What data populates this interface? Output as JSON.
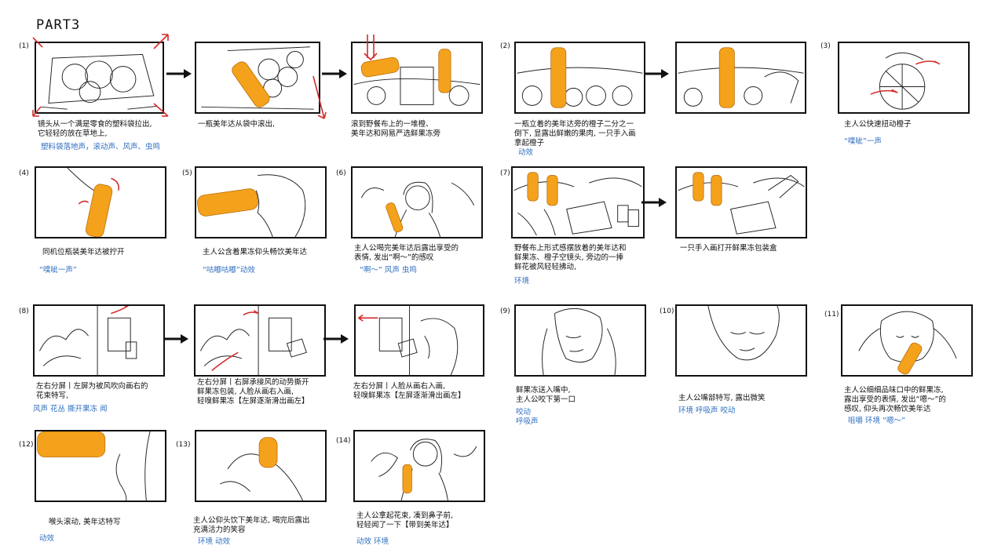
{
  "title": "PART3",
  "colors": {
    "caption": "#111111",
    "sound": "#2f6fc1",
    "bottle": "#f4a21b",
    "annotation": "#d42a2a"
  },
  "panels": [
    {
      "num": "(1)",
      "caption": "镜头从一个满是零食的塑料袋拉出,\n它轻轻的放在草地上,",
      "sound": "塑料袋落地声，滚动声、风声、虫鸣"
    },
    {
      "caption": "一瓶美年达从袋中滚出,"
    },
    {
      "caption": "滚到野餐布上的一堆橙、\n美年达和网易严选鲜果冻旁"
    },
    {
      "num": "(2)",
      "caption": "一瓶立着的美年达旁的橙子二分之一\n倒下, 显露出鲜嫩的果肉, 一只手入画\n拿起橙子",
      "sound": "动效"
    },
    {
      "num": "(3)",
      "caption": "主人公快速扭动橙子",
      "sound": "“噗呲”一声"
    },
    {
      "num": "(4)",
      "caption": "同机位瓶装美年达被拧开",
      "sound": "“噗呲一声”"
    },
    {
      "num": "(5)",
      "caption": "主人公含着果冻仰头畅饮美年达",
      "sound": "“咕嘟咕嘟”动效"
    },
    {
      "num": "(6)",
      "caption": "主人公喝完美年达后露出享受的\n表情, 发出“啊～”的感叹",
      "sound": "“啊～”  风声  虫鸣"
    },
    {
      "num": "(7)",
      "caption": "野餐布上形式感摆放着的美年达和\n鲜果冻、橙子空镜头, 旁边的一捧\n鲜花被风轻轻拂动,",
      "sound": "环境"
    },
    {
      "caption": "一只手入画打开鲜果冻包装盒"
    },
    {
      "num": "(8)",
      "caption": "左右分屏丨左屏为被风吹向画右的\n花束特写,",
      "sound": "风声  花丛  撕开果冻  闻"
    },
    {
      "caption": "左右分屏丨右屏承接风的动势撕开\n鲜果冻包装, 人脸从画右入画,\n轻嗅鲜果冻【左屏逐渐滑出画左】"
    },
    {
      "caption": "左右分屏丨人脸从画右入画,\n轻嗅鲜果冻【左屏逐渐滑出画左】"
    },
    {
      "num": "(9)",
      "caption": "鲜果冻送入嘴中,\n主人公咬下第一口",
      "sound": "咬动\n呼吸声"
    },
    {
      "num": "(10)",
      "caption": "主人公嘴部特写, 露出微笑",
      "sound": "环境  呼吸声  咬动"
    },
    {
      "num": "(11)",
      "caption": "主人公细细品味口中的鲜果冻,\n露出享受的表情, 发出“嗯～”的\n感叹, 仰头再次畅饮美年达",
      "sound": "咀嚼  环境  “嗯～”"
    },
    {
      "num": "(12)",
      "caption": "喉头滚动, 美年达特写",
      "sound": "动效"
    },
    {
      "num": "(13)",
      "caption": "主人公仰头饮下美年达, 喝完后露出\n充满活力的笑容",
      "sound": "环境  动效"
    },
    {
      "num": "(14)",
      "caption": "主人公拿起花束, 凑到鼻子前,\n轻轻闻了一下【带到美年达】",
      "sound": "动效  环境"
    }
  ]
}
